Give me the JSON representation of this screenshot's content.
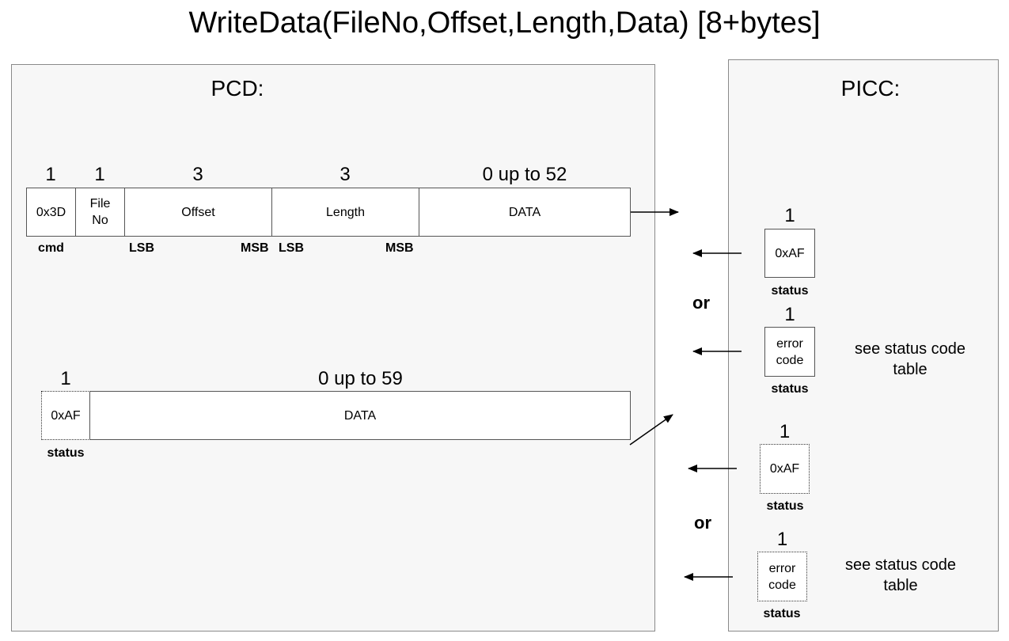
{
  "title": "WriteData(FileNo,Offset,Length,Data) [8+bytes]",
  "pcd": {
    "title": "PCD:",
    "command": {
      "sizes": [
        "1",
        "1",
        "3",
        "3",
        "0 up to 52"
      ],
      "cells": [
        "0x3D",
        "File\nNo",
        "Offset",
        "Length",
        "DATA"
      ],
      "labels": {
        "cmd": "cmd",
        "lsb1": "LSB",
        "msb1": "MSB",
        "lsb2": "LSB",
        "msb2": "MSB"
      }
    },
    "continuation": {
      "sizes": [
        "1",
        "0 up to 59"
      ],
      "cells": [
        "0xAF",
        "DATA"
      ],
      "status_label": "status"
    }
  },
  "picc": {
    "title": "PICC:",
    "responses": [
      {
        "size": "1",
        "cell": "0xAF",
        "label": "status"
      },
      {
        "size": "1",
        "cell": "error\ncode",
        "label": "status",
        "note": "see status code\ntable"
      },
      {
        "size": "1",
        "cell": "0xAF",
        "label": "status"
      },
      {
        "size": "1",
        "cell": "error\ncode",
        "label": "status",
        "note": "see status code\ntable"
      }
    ],
    "or_label_1": "or",
    "or_label_2": "or"
  }
}
